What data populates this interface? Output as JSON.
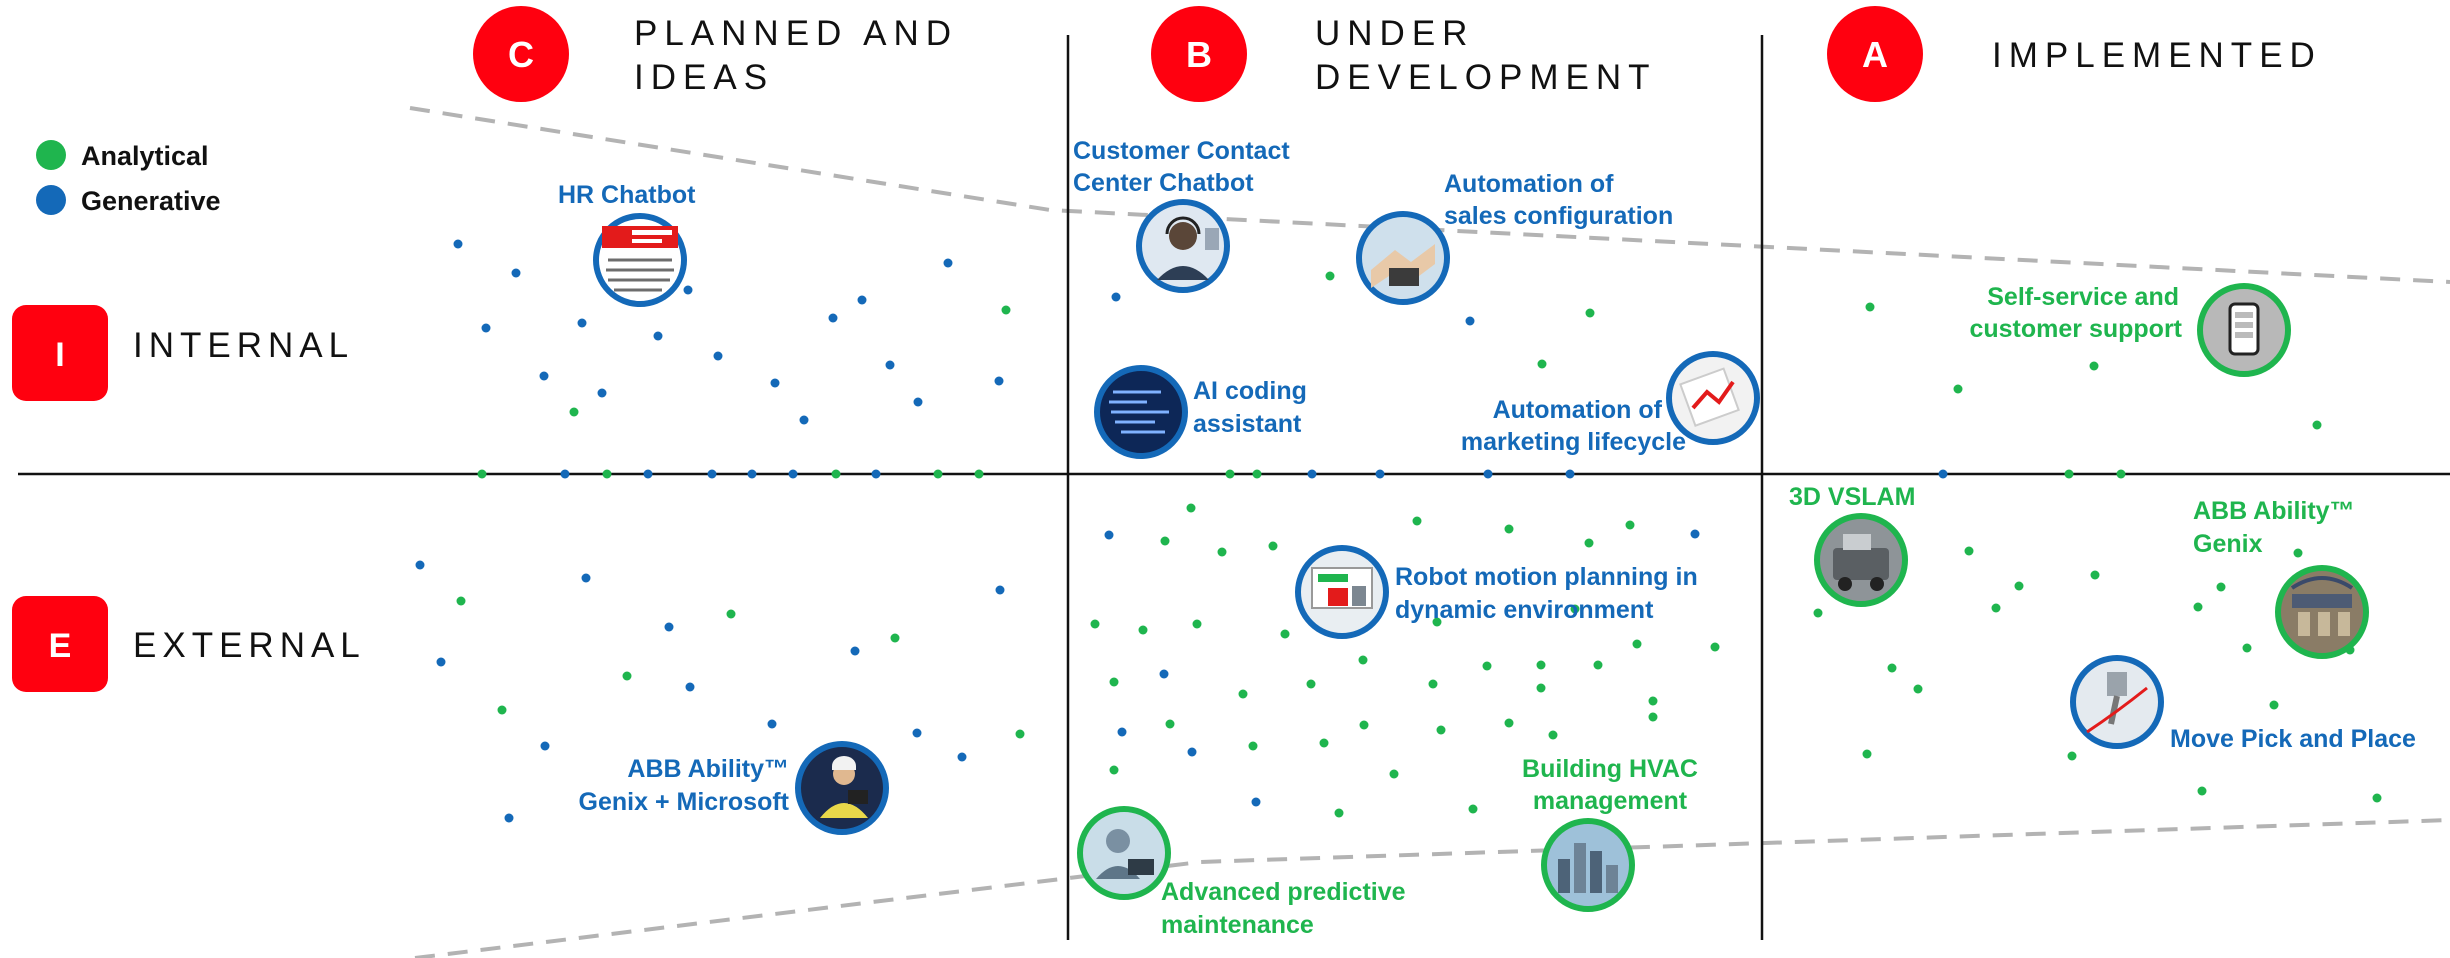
{
  "colors": {
    "analytical": "#1fb54e",
    "generative": "#1469b8",
    "badge": "#ff000f",
    "axis": "#111111",
    "dash": "#b3b3b3"
  },
  "columns": [
    {
      "badge": "C",
      "title_lines": [
        "PLANNED AND",
        "IDEAS"
      ]
    },
    {
      "badge": "B",
      "title_lines": [
        "UNDER",
        "DEVELOPMENT"
      ]
    },
    {
      "badge": "A",
      "title_lines": [
        "IMPLEMENTED"
      ]
    }
  ],
  "rows": [
    {
      "badge": "I",
      "label": "INTERNAL"
    },
    {
      "badge": "E",
      "label": "EXTERNAL"
    }
  ],
  "legend": [
    {
      "label": "Analytical",
      "kind": "analytical"
    },
    {
      "label": "Generative",
      "kind": "generative"
    }
  ],
  "use_cases": [
    {
      "id": "hr-chatbot",
      "lines": [
        "HR Chatbot"
      ],
      "kind": "generative",
      "stage": "C",
      "scope": "I",
      "icon": "document-icon"
    },
    {
      "id": "customer-contact-center-chatbot",
      "lines": [
        "Customer Contact",
        "Center Chatbot"
      ],
      "kind": "generative",
      "stage": "B",
      "scope": "I",
      "icon": "headset-agent-icon"
    },
    {
      "id": "automation-of-sales-configuration",
      "lines": [
        "Automation of",
        "sales configuration"
      ],
      "kind": "generative",
      "stage": "B",
      "scope": "I",
      "icon": "handshake-icon"
    },
    {
      "id": "ai-coding-assistant",
      "lines": [
        "AI coding",
        "assistant"
      ],
      "kind": "generative",
      "stage": "B",
      "scope": "I",
      "icon": "code-screen-icon"
    },
    {
      "id": "automation-of-marketing-lifecycle",
      "lines": [
        "Automation of",
        "marketing lifecycle"
      ],
      "kind": "generative",
      "stage": "B",
      "scope": "I",
      "icon": "chart-paper-icon"
    },
    {
      "id": "self-service-and-customer-support",
      "lines": [
        "Self-service and",
        "customer support"
      ],
      "kind": "analytical",
      "stage": "A",
      "scope": "I",
      "icon": "phone-icon"
    },
    {
      "id": "3d-vslam",
      "lines": [
        "3D VSLAM"
      ],
      "kind": "analytical",
      "stage": "A",
      "scope": "E",
      "icon": "robot-icon"
    },
    {
      "id": "abb-ability-genix",
      "lines": [
        "ABB Ability™",
        "Genix"
      ],
      "kind": "analytical",
      "stage": "A",
      "scope": "E",
      "icon": "factory-icon"
    },
    {
      "id": "move-pick-and-place",
      "lines": [
        "Move Pick and Place"
      ],
      "kind": "generative",
      "stage": "A",
      "scope": "E",
      "icon": "robot-arm-icon"
    },
    {
      "id": "robot-motion-planning",
      "lines": [
        "Robot motion planning in",
        "dynamic environment"
      ],
      "kind": "generative",
      "stage": "B",
      "scope": "E",
      "icon": "robot-screen-icon"
    },
    {
      "id": "building-hvac-management",
      "lines": [
        "Building HVAC",
        "management"
      ],
      "kind": "analytical",
      "stage": "B",
      "scope": "E",
      "icon": "city-icon"
    },
    {
      "id": "advanced-predictive-maintenance",
      "lines": [
        "Advanced predictive",
        "maintenance"
      ],
      "kind": "analytical",
      "stage": "B",
      "scope": "E",
      "icon": "laptop-person-icon"
    },
    {
      "id": "abb-ability-genix-microsoft",
      "lines": [
        "ABB Ability™",
        "Genix + Microsoft"
      ],
      "kind": "generative",
      "stage": "C",
      "scope": "E",
      "icon": "engineer-tablet-icon"
    }
  ]
}
